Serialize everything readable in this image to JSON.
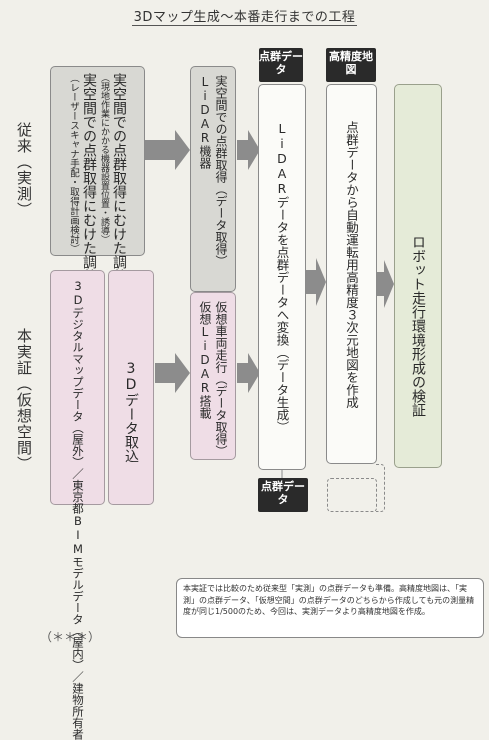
{
  "title": "3Dマップ生成～本番走行までの工程",
  "rows": {
    "conventional": "従来（実測）",
    "this_study": "本実証（仮想空間）"
  },
  "conventional_prep": {
    "col1_main": "実空間での点群取得にむけた調整",
    "col1_sub": "（レーザースキャナ手配・取得計画検討）",
    "col2_main": "実空間での点群取得にむけた調整",
    "col2_sub": "（現地作業にかかる機器設置位置・誘導）"
  },
  "conventional_acq": {
    "main": "実空間での点群取得（データ取得）",
    "device": "LiDAR機器"
  },
  "study_prep": {
    "main": "3Dデジタルマップデータ（屋外）／東京都BIMモデルデータ（屋内）／建物所有者",
    "import": "3Dデータ取込"
  },
  "study_acq": {
    "main": "仮想車両走行（データ取得）",
    "device": "仮想LiDAR搭載"
  },
  "badges": {
    "pointcloud_top": "点群データ",
    "hdmap": "高精度地図",
    "pointcloud_bottom": "点群データ"
  },
  "steps": {
    "convert": "LiDARデータを点群データへ変換（データ生成）",
    "generate": "点群データから自動運転用高精度３次元地図を作成",
    "verify": "ロボット走行環境形成の検証"
  },
  "note": "本実証では比較のため従来型「実測」の点群データも準備。高精度地図は、「実測」の点群データ、「仮想空間」の点群データのどちらから作成しても元の測量精度が同じ1/500のため、今回は、実測データより高精度地図を作成。",
  "bottom_fragment": "（＊＊＊）"
}
